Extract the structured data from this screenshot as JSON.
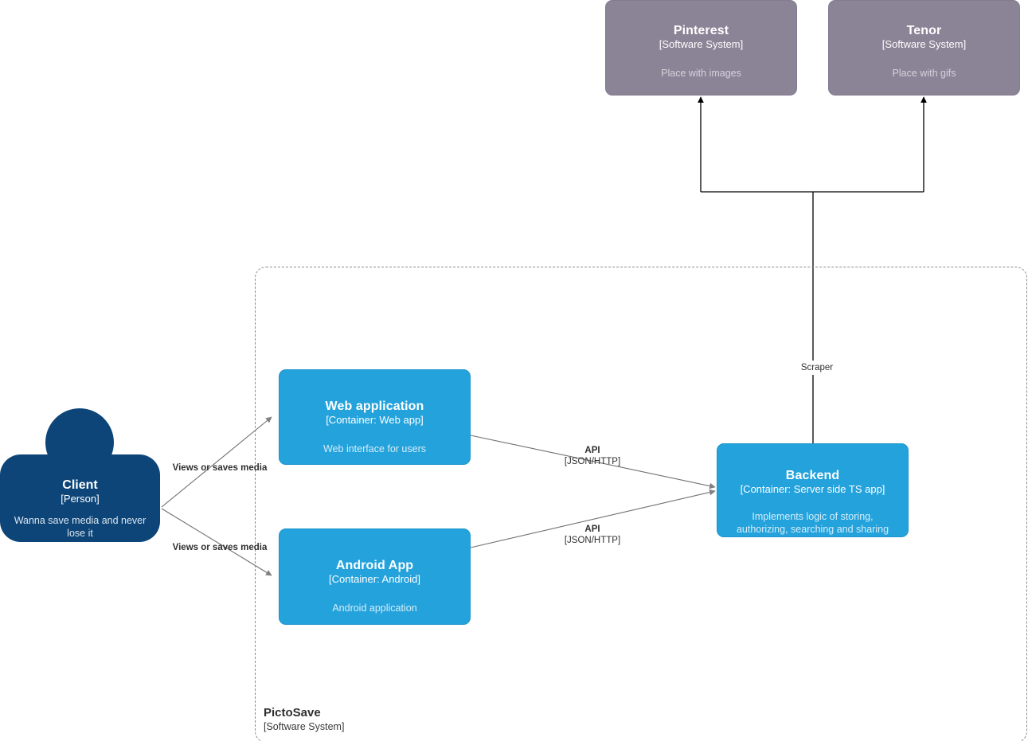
{
  "diagram": {
    "type": "c4-container-diagram",
    "colors": {
      "external_system": "#8b8396",
      "container": "#23a2dc",
      "person": "#0d4578",
      "boundary_stroke": "#8c8c8c",
      "edge_stroke": "#707070",
      "scraper_edge_stroke": "#000000",
      "label_text": "#2f2f2f"
    }
  },
  "nodes": {
    "pinterest": {
      "title": "Pinterest",
      "tech": "[Software System]",
      "desc": "Place with images"
    },
    "tenor": {
      "title": "Tenor",
      "tech": "[Software System]",
      "desc": "Place with gifs"
    },
    "client": {
      "title": "Client",
      "tech": "[Person]",
      "desc": "Wanna save media and never lose it"
    },
    "web_application": {
      "title": "Web application",
      "tech": "[Container: Web app]",
      "desc": "Web interface for users"
    },
    "android_app": {
      "title": "Android App",
      "tech": "[Container: Android]",
      "desc": "Android application"
    },
    "backend": {
      "title": "Backend",
      "tech": "[Container: Server side TS app]",
      "desc": "Implements logic of storing, authorizing, searching and sharing media"
    }
  },
  "boundary": {
    "title": "PictoSave",
    "tech": "[Software System]"
  },
  "edges": {
    "client_to_web": {
      "title": "Views or saves media",
      "tech": ""
    },
    "client_to_android": {
      "title": "Views or saves media",
      "tech": ""
    },
    "web_to_backend": {
      "title": "API",
      "tech": "[JSON/HTTP]"
    },
    "android_to_backend": {
      "title": "API",
      "tech": "[JSON/HTTP]"
    },
    "backend_to_pinterest": {
      "title": "Scraper",
      "tech": ""
    },
    "backend_to_tenor": {
      "title": "Scraper",
      "tech": ""
    }
  }
}
